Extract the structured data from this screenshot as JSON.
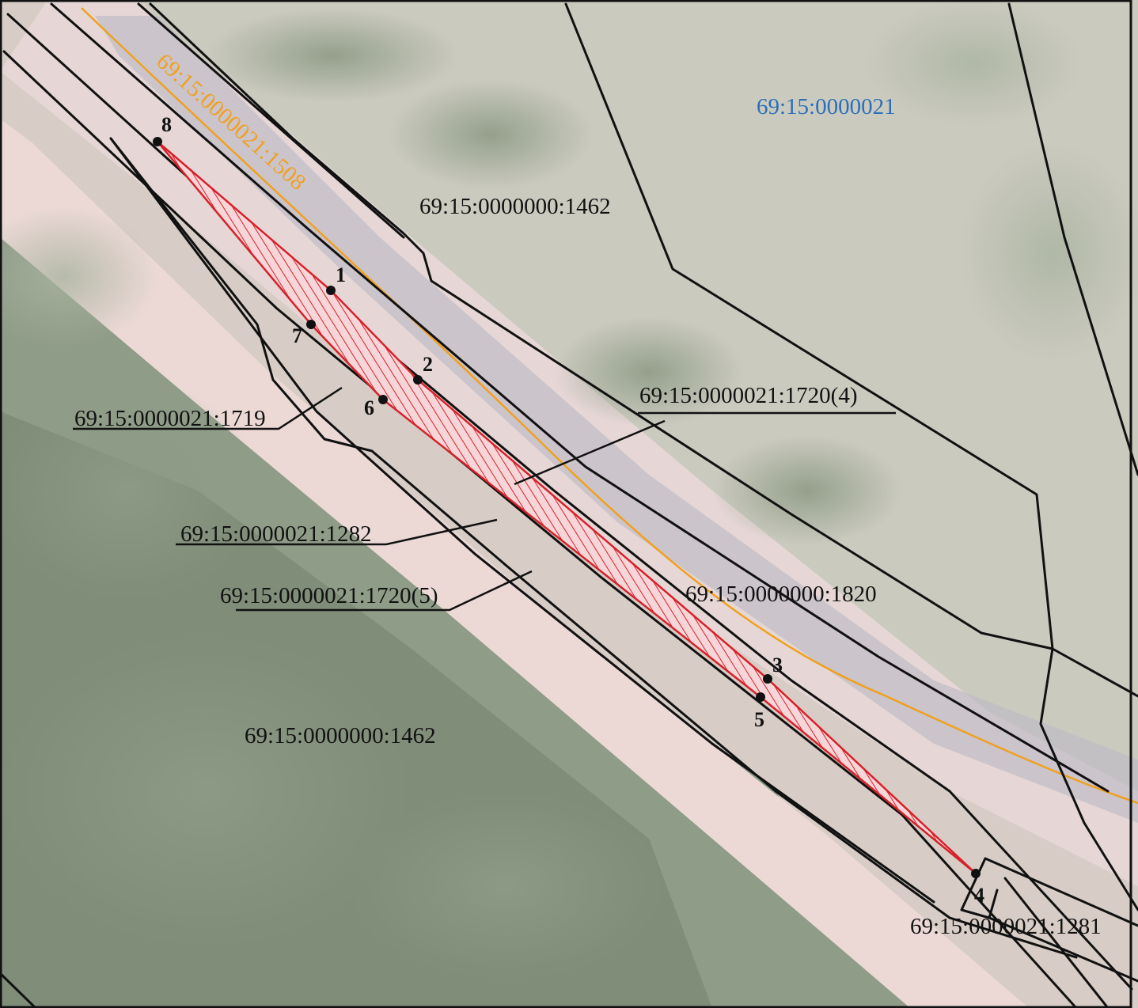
{
  "quarter_label": "69:15:0000021",
  "road_label": "69:15:0000021:1508",
  "parcels": {
    "p1462_top": "69:15:0000000:1462",
    "p1462_bottom": "69:15:0000000:1462",
    "p1820": "69:15:0000000:1820",
    "p1720_4": "69:15:0000021:1720(4)",
    "p1719": "69:15:0000021:1719",
    "p1282": "69:15:0000021:1282",
    "p1720_5": "69:15:0000021:1720(5)",
    "p1281": "69:15:0000021:1281"
  },
  "points": [
    "1",
    "2",
    "3",
    "4",
    "5",
    "6",
    "7",
    "8"
  ],
  "colors": {
    "parcel_fill": "#d6212a",
    "parcel_hatch": "#d6212a",
    "road_line": "#f0a020",
    "quarter_text": "#2a6fb8",
    "boundary": "#111111",
    "label_text": "#111111"
  }
}
